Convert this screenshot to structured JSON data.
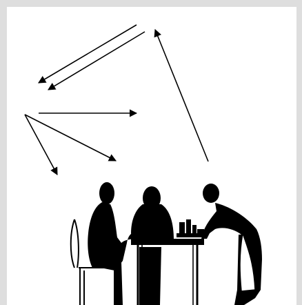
{
  "colors": {
    "frame": "#dedede",
    "canvas": "#ffffff",
    "ink": "#000000"
  },
  "scene": {
    "arrows": [
      {
        "name": "arrow-upper-left-1",
        "direction": "down-left"
      },
      {
        "name": "arrow-upper-left-2",
        "direction": "down-left"
      },
      {
        "name": "arrow-right",
        "direction": "right"
      },
      {
        "name": "arrow-down-right",
        "direction": "down-right"
      },
      {
        "name": "arrow-down",
        "direction": "down"
      },
      {
        "name": "arrow-waiter-up",
        "direction": "up"
      }
    ],
    "figures": [
      {
        "name": "diner-left-silhouette"
      },
      {
        "name": "diner-middle-silhouette"
      },
      {
        "name": "waiter-silhouette"
      }
    ],
    "objects": [
      {
        "name": "chair-silhouette"
      },
      {
        "name": "table-silhouette"
      },
      {
        "name": "tray-with-glasses"
      }
    ]
  }
}
